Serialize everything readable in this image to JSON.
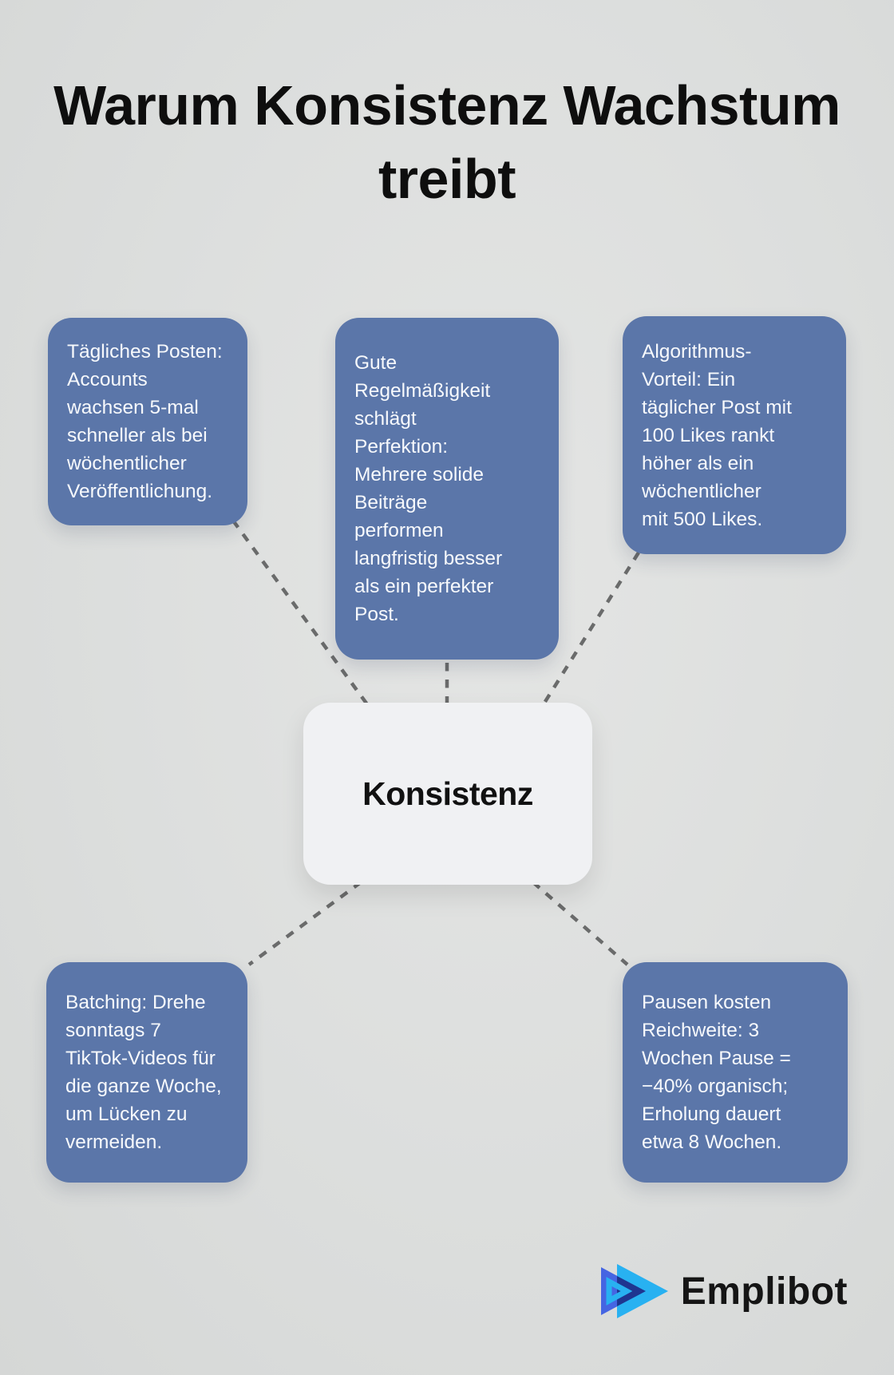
{
  "title": {
    "text": "Warum Konsistenz Wachstum\ntreibt"
  },
  "center_node": {
    "label": "Konsistenz"
  },
  "nodes": [
    {
      "id": "taegliches-posten",
      "text": "Tägliches Posten:\nAccounts\nwachsen 5-mal\nschneller als bei\nwöchentlicher\nVeröffentlichung."
    },
    {
      "id": "regelmaessigkeit",
      "text": "Gute\nRegelmäßigkeit\nschlägt\nPerfektion:\nMehrere solide\nBeiträge\nperformen\nlangfristig besser\nals ein perfekter\nPost."
    },
    {
      "id": "algorithmus-vorteil",
      "text": "Algorithmus-\nVorteil: Ein\ntäglicher Post mit\n100 Likes rankt\nhöher als ein\nwöchentlicher\nmit 500 Likes."
    },
    {
      "id": "batching",
      "text": "Batching: Drehe\nsonntags 7\nTikTok-Videos für\ndie ganze Woche,\num Lücken zu\nvermeiden."
    },
    {
      "id": "pausen",
      "text": "Pausen kosten\nReichweite: 3\nWochen Pause =\n−40% organisch;\nErholung dauert\netwa 8 Wochen."
    }
  ],
  "logo": {
    "name": "Emplibot"
  },
  "colors": {
    "background": "#dcdedd",
    "node_bg": "#5b76a9",
    "node_text": "#f7f9fc",
    "center_bg": "#f0f1f3",
    "title_color": "#0e0e0e",
    "connector": "#6a6b6b",
    "logo_blue": "#4565e2",
    "logo_cyan": "#28b1f1",
    "logo_overlap": "#1f3590"
  }
}
